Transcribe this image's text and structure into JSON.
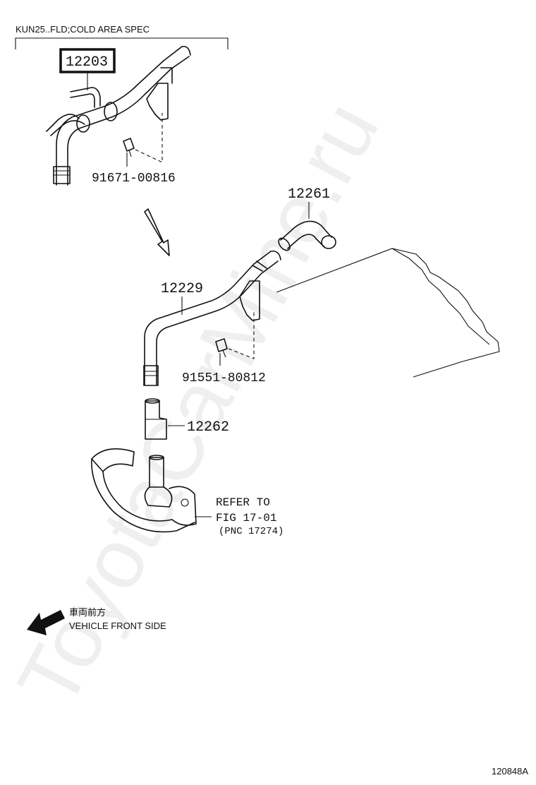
{
  "header": {
    "spec_label": "KUN25..FLD;COLD AREA SPEC"
  },
  "parts": {
    "p12203": "12203",
    "p91671": "91671-00816",
    "p12261": "12261",
    "p12229": "12229",
    "p91551": "91551-80812",
    "p12262": "12262"
  },
  "reference": {
    "line1": "REFER TO",
    "line2": "FIG 17-01",
    "line3": "(PNC 17274)"
  },
  "direction": {
    "japanese": "車両前方",
    "english": "VEHICLE FRONT SIDE"
  },
  "diagram_id": "120848A",
  "watermark": "ToyotaCarMine.ru"
}
